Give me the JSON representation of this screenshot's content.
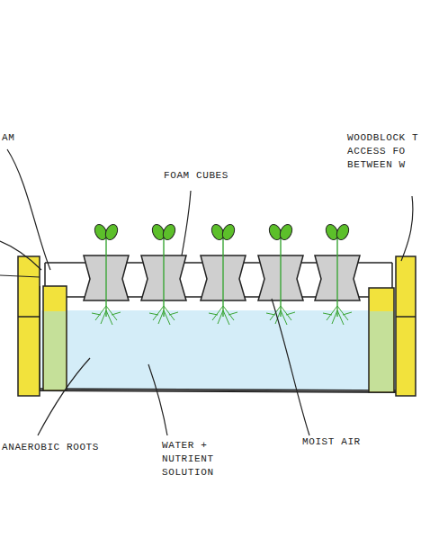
{
  "diagram": {
    "labels": [
      "AM",
      "FOAM CUBES",
      "WOODBLOCK T ACCESS FO BETWEEN W",
      "ANAEROBIC ROOTS",
      "WATER + NUTRIENT SOLUTION",
      "MOIST AIR"
    ]
  }
}
